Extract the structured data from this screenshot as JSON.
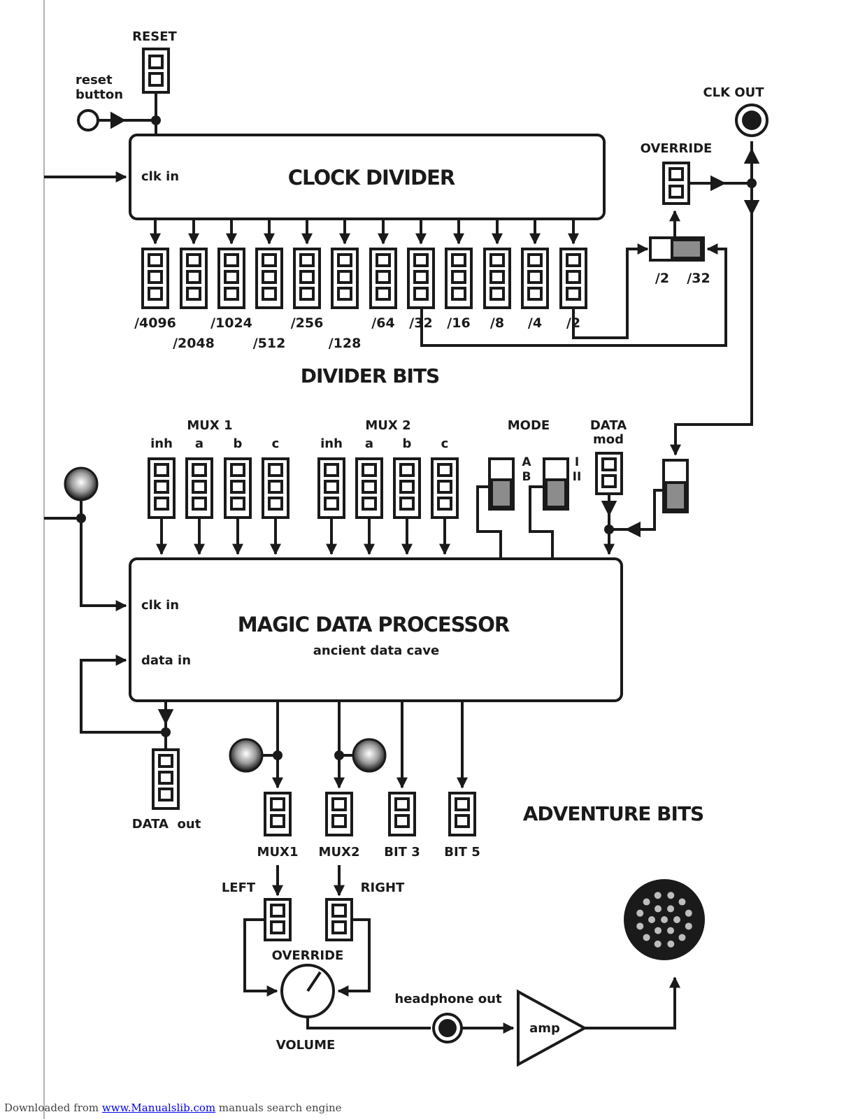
{
  "clock_divider": {
    "title": "CLOCK DIVIDER",
    "clk_in": "clk in",
    "reset_header": "RESET",
    "reset_button": [
      "reset",
      "button"
    ],
    "clk_out": "CLK OUT",
    "override": "OVERRIDE",
    "switch_labels": [
      "/2",
      "/32"
    ]
  },
  "divider_bits": {
    "title": "DIVIDER BITS",
    "labels_row1": [
      "/4096",
      "/1024",
      "/256",
      "/64",
      "/32",
      "/16",
      "/8",
      "/4",
      "/2"
    ],
    "labels_row2": [
      "/2048",
      "/512",
      "/128"
    ]
  },
  "mux": {
    "mux1_title": "MUX 1",
    "mux2_title": "MUX 2",
    "pins": [
      "inh",
      "a",
      "b",
      "c"
    ],
    "mode_title": "MODE",
    "mode_ab": [
      "A",
      "B"
    ],
    "mode_roman": [
      "I",
      "II"
    ],
    "data_mod": [
      "DATA",
      "mod"
    ]
  },
  "processor": {
    "title": "MAGIC DATA PROCESSOR",
    "subtitle": "ancient data cave",
    "clk_in": "clk in",
    "data_in": "data in",
    "data_out": "DATA  out"
  },
  "adventure_bits": {
    "title": "ADVENTURE BITS",
    "labels": [
      "MUX1",
      "MUX2",
      "BIT 3",
      "BIT 5"
    ]
  },
  "audio": {
    "left": "LEFT",
    "right": "RIGHT",
    "override": "OVERRIDE",
    "volume": "VOLUME",
    "headphone_out": "headphone out",
    "amp": "amp"
  },
  "footer": {
    "prefix": "Downloaded from ",
    "link": "www.Manualslib.com",
    "suffix": " manuals search engine"
  }
}
